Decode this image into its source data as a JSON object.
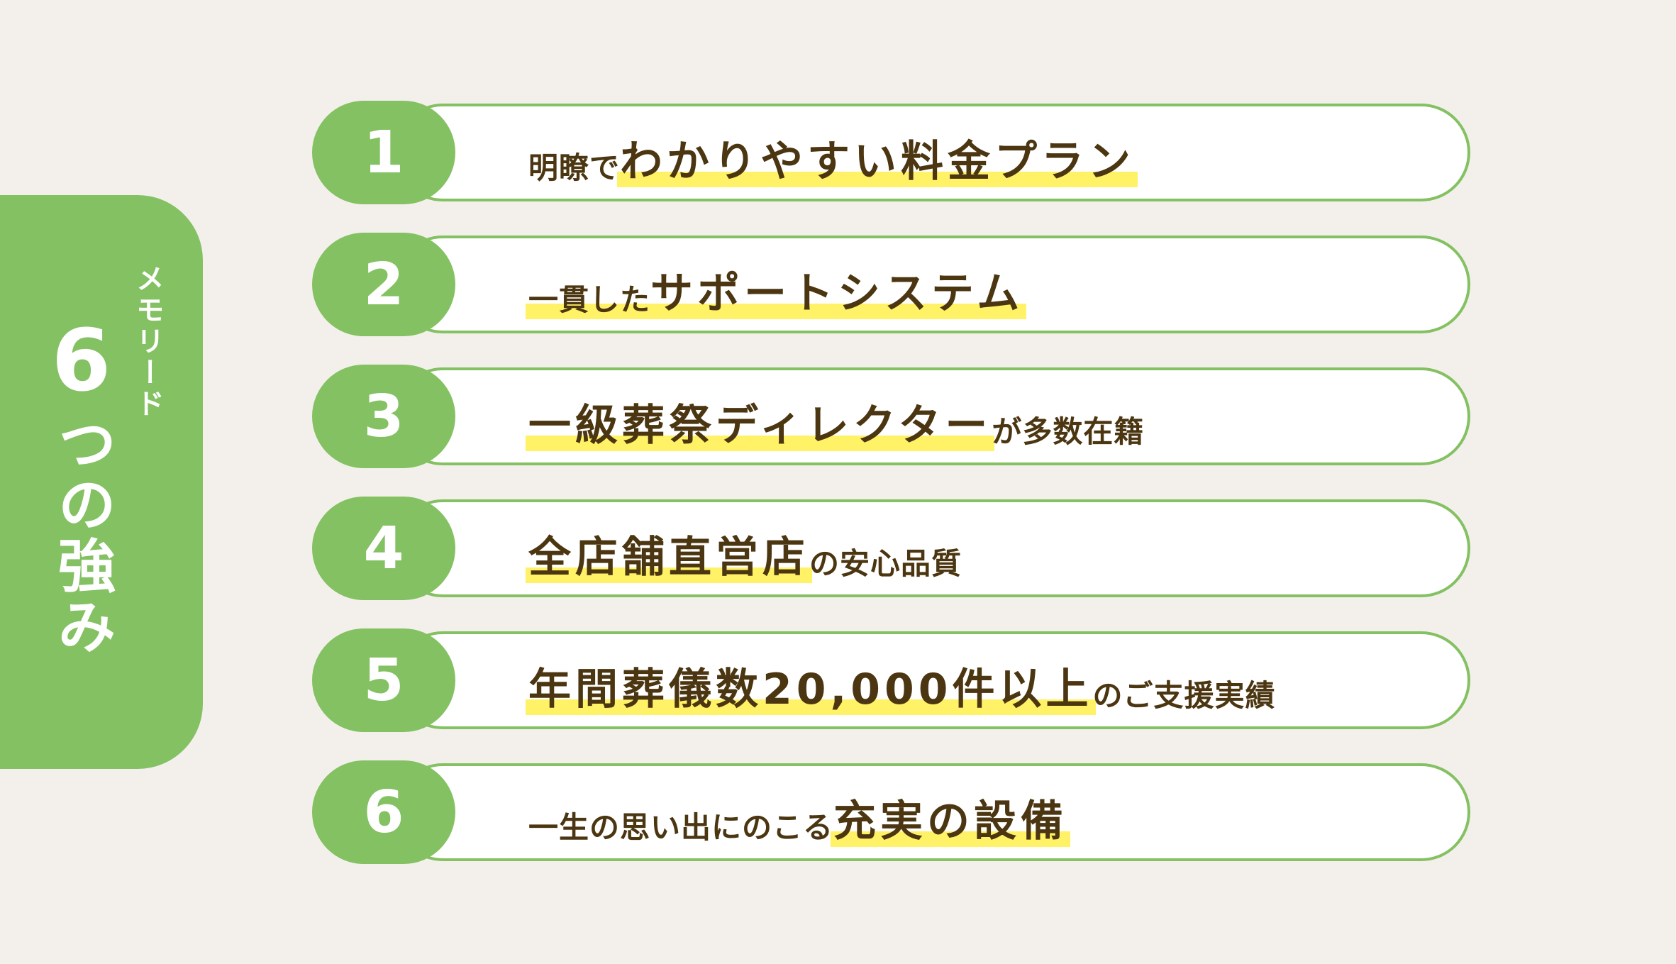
{
  "side_panel": {
    "brand": "メモリード",
    "title_number": "6",
    "title_text": "つの強み"
  },
  "colors": {
    "accent_green": "#84c162",
    "highlight_yellow": "#fff266",
    "text_brown": "#4b3611",
    "background": "#f3f0eb"
  },
  "items": [
    {
      "number": "1",
      "segments": [
        {
          "text": "明瞭で",
          "size": "small",
          "highlight": false
        },
        {
          "text": "わかりやすい料金プラン",
          "size": "large",
          "highlight": true
        }
      ]
    },
    {
      "number": "2",
      "segments": [
        {
          "text": "一貫した",
          "size": "small",
          "highlight": true
        },
        {
          "text": "サポートシステム",
          "size": "large",
          "highlight": true
        }
      ]
    },
    {
      "number": "3",
      "segments": [
        {
          "text": "一級葬祭ディレクター",
          "size": "large",
          "highlight": true
        },
        {
          "text": "が多数在籍",
          "size": "small",
          "highlight": false
        }
      ]
    },
    {
      "number": "4",
      "segments": [
        {
          "text": "全店舗直営店",
          "size": "large",
          "highlight": true
        },
        {
          "text": "の安心品質",
          "size": "small",
          "highlight": false
        }
      ]
    },
    {
      "number": "5",
      "segments": [
        {
          "text": "年間葬儀数20,000件以上",
          "size": "large",
          "highlight": true
        },
        {
          "text": "のご支援実績",
          "size": "small",
          "highlight": false
        }
      ]
    },
    {
      "number": "6",
      "segments": [
        {
          "text": "一生の思い出にのこる",
          "size": "small",
          "highlight": false
        },
        {
          "text": "充実の設備",
          "size": "large",
          "highlight": true
        }
      ]
    }
  ]
}
